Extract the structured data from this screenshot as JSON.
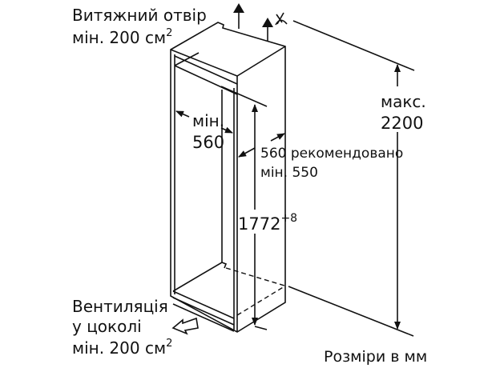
{
  "top_vent": {
    "line1": "Витяжний отвір",
    "line2": "мін. 200 см",
    "sup": "2"
  },
  "inner_width": {
    "line1": "мін.",
    "line2": "560"
  },
  "depth": {
    "line1": "560 рекомендовано",
    "line2": "мін. 550"
  },
  "niche_height": {
    "value": "1772",
    "tolerance": "+8"
  },
  "max_height": {
    "line1": "макс.",
    "line2": "2200"
  },
  "bottom_vent": {
    "line1": "Вентиляція",
    "line2": "у цоколі",
    "line3": "мін. 200 см",
    "sup": "2"
  },
  "units_note": "Розміри в мм"
}
